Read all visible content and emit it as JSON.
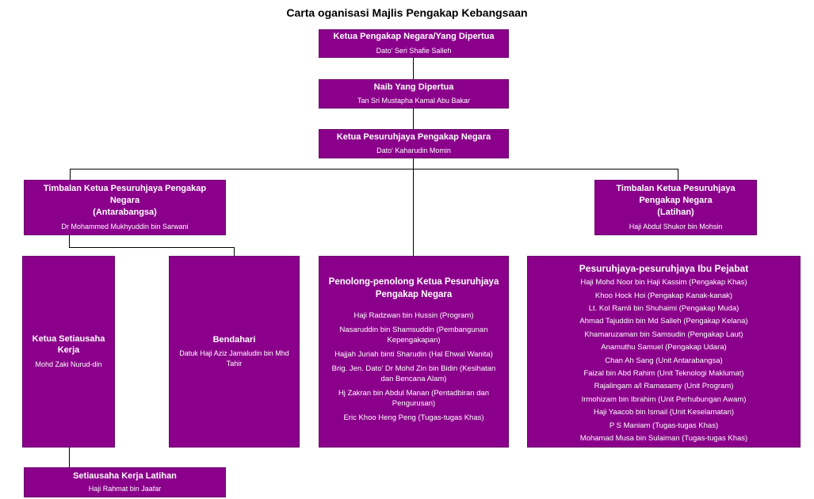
{
  "title": "Carta oganisasi Majlis Pengakap Kebangsaan",
  "colors": {
    "box": "#8B008B",
    "text": "#FFFFFF",
    "line": "#000000"
  },
  "boxes": {
    "ketua_pengakap": {
      "title": "Ketua Pengakap Negara/Yang Dipertua",
      "name": "Dato' Seri Shafie Salleh"
    },
    "naib": {
      "title": "Naib Yang Dipertua",
      "name": "Tan Sri Mustapha Kamal Abu Bakar"
    },
    "ketua_pesuruhjaya": {
      "title": "Ketua Pesuruhjaya Pengakap Negara",
      "name": "Dato' Kaharudin Momin"
    },
    "timbalan_antarabangsa": {
      "title": "Timbalan Ketua Pesuruhjaya Pengakap Negara",
      "qualifier": "(Antarabangsa)",
      "name": "Dr Mohammed Mukhyuddin bin Sarwani"
    },
    "timbalan_latihan": {
      "title": "Timbalan Ketua Pesuruhjaya Pengakap Negara",
      "qualifier": "(Latihan)",
      "name": "Haji Abdul Shukor bin Mohsin"
    },
    "ketua_setiausaha": {
      "title": "Ketua Setiausaha Kerja",
      "name": "Mohd Zaki Nurud-din"
    },
    "bendahari": {
      "title": "Bendahari",
      "name": "Datuk Haji Aziz Jamaludin bin Mhd Tahir"
    },
    "penolong": {
      "title": "Penolong-penolong Ketua Pesuruhjaya Pengakap Negara",
      "members": [
        "Haji Radzwan bin Hussin (Program)",
        "Nasaruddin bin Shamsuddin (Pembangunan Kepengakapan)",
        "Hajjah Juriah binti Sharudin (Hal Ehwal Wanita)",
        "Brig. Jen. Dato' Dr Mohd Zin bin Bidin (Kesihatan dan Bencana Alam)",
        "Hj Zakran bin Abdul Manan (Pentadbiran dan Pengurusan)",
        "Eric Khoo Heng Peng (Tugas-tugas Khas)"
      ]
    },
    "ibu_pejabat": {
      "title": "Pesuruhjaya-pesuruhjaya Ibu Pejabat",
      "members": [
        "Haji Mohd Noor bin Haji Kassim (Pengakap Khas)",
        "Khoo Hock Hoi (Pengakap Kanak-kanak)",
        "Lt. Kol Ramli bin Shuhaimi (Pengakap Muda)",
        "Ahmad Tajuddin bin Md Salleh (Pengakap Kelana)",
        "Khamaruzaman bin Samsudin (Pengakap Laut)",
        "Anamuthu Samuel (Pengakap Udara)",
        "Chan Ah Sang (Unit Antarabangsa)",
        "Faizal bin Abd Rahim (Unit Teknologi Maklumat)",
        "Rajalingam a/l Ramasamy (Unit Program)",
        "Irmohizam bin Ibrahim (Unit Perhubungan Awam)",
        "Haji Yaacob bin Ismail (Unit Keselamatan)",
        "P S Maniam (Tugas-tugas Khas)",
        "Mohamad Musa bin Sulaiman (Tugas-tugas Khas)"
      ]
    },
    "setiausaha_latihan": {
      "title": "Setiausaha Kerja Latihan",
      "name": "Haji Rahmat bin Jaafar"
    }
  }
}
